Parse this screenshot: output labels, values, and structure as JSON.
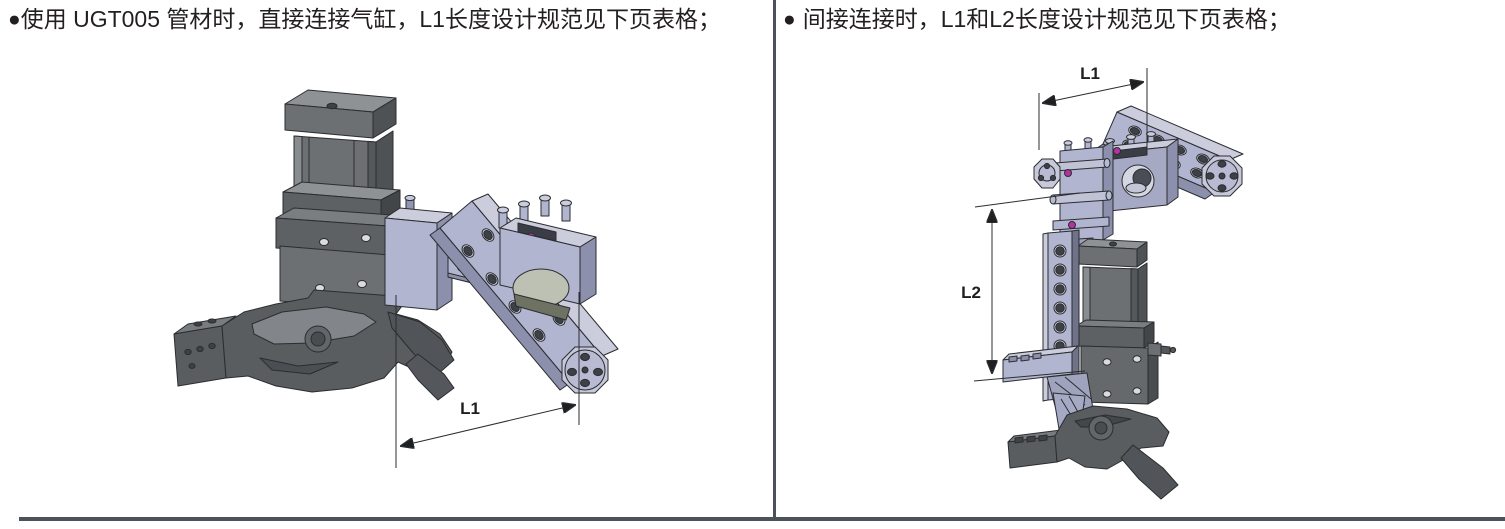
{
  "page": {
    "background": "#ffffff",
    "rule_color": "#4b525c"
  },
  "panels": {
    "left": {
      "bullet": "●",
      "note": "使用 UGT005 管材时，直接连接气缸，L1长度设计规范见下页表格；",
      "figure": {
        "dims": {
          "l1": "L1"
        }
      }
    },
    "right": {
      "bullet": "●",
      "note": "间接连接时，L1和L2长度设计规范见下页表格；",
      "figure": {
        "dims": {
          "l1": "L1",
          "l2": "L2"
        }
      }
    }
  },
  "colors": {
    "text": "#231f20",
    "rule": "#4b525c",
    "dimension_line": "#1d1f21",
    "metal_dark_gray": "#6c7073",
    "metal_lavender": "#b2b5d0",
    "accent_magenta": "#b233a0"
  }
}
